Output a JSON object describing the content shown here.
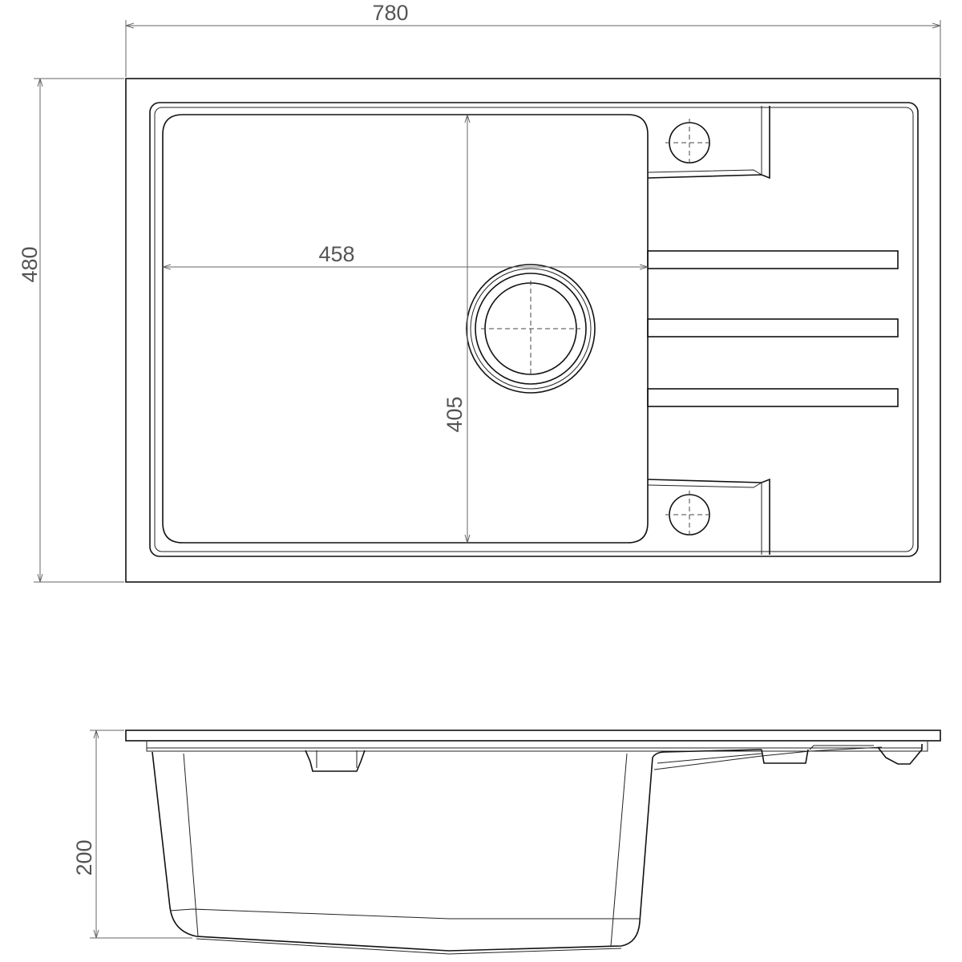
{
  "title": "Sink technical drawing",
  "dimensions": {
    "overall_width": "780",
    "overall_depth": "480",
    "bowl_width": "458",
    "bowl_depth": "405",
    "height": "200"
  },
  "colors": {
    "line": "#111111",
    "dimension": "#666666"
  }
}
